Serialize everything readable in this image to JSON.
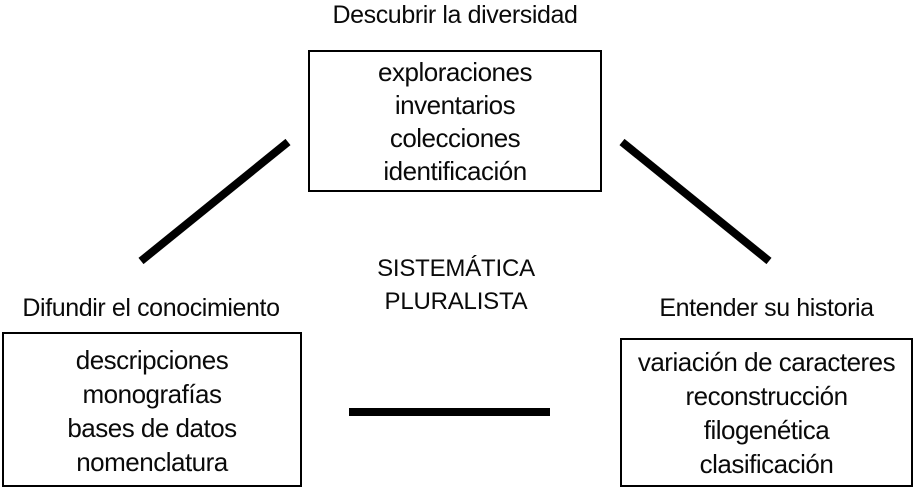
{
  "diagram": {
    "center": {
      "line1": "SISTEMÁTICA",
      "line2": "PLURALISTA"
    },
    "nodes": [
      {
        "heading": "Descubrir la diversidad",
        "items": [
          "exploraciones",
          "inventarios",
          "colecciones",
          "identificación"
        ]
      },
      {
        "heading": "Difundir el conocimiento",
        "items": [
          "descripciones",
          "monografías",
          "bases de datos",
          "nomenclatura"
        ]
      },
      {
        "heading": "Entender su historia",
        "items": [
          "variación de caracteres",
          "reconstrucción",
          "filogenética",
          "clasificación"
        ]
      }
    ],
    "colors": {
      "ink": "#000000",
      "background": "#ffffff"
    }
  }
}
